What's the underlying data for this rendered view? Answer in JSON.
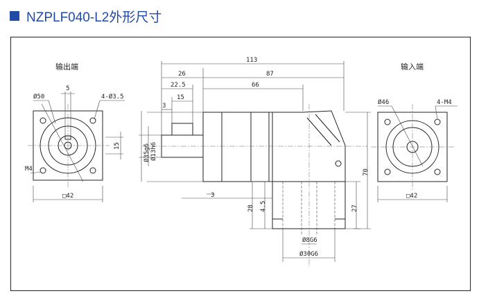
{
  "header": {
    "title": "NZPLF040-L2外形尺寸",
    "marker_color": "#1f4aa8"
  },
  "views": {
    "output_label": "输出端",
    "input_label": "输入端"
  },
  "dimensions": {
    "total_length": "113",
    "d26": "26",
    "d87": "87",
    "d22_5": "22.5",
    "d66": "66",
    "d15_top": "15",
    "d3_top": "3",
    "d15_side": "15",
    "d35g6": "Ø35g6",
    "d13h6": "Ø13h6",
    "d3_bottom": "3",
    "d28": "28",
    "d4_5": "4.5",
    "d27": "27",
    "d70": "70",
    "d8G6": "Ø8G6",
    "d30G6": "Ø30G6",
    "out_phi50": "Ø50",
    "out_5": "5",
    "out_holes": "4-Ø3.5",
    "out_m4": "M4",
    "out_sq42": "□42",
    "out_15": "15",
    "in_phi46": "Ø46",
    "in_holes": "4-M4",
    "in_sq42": "□42"
  }
}
